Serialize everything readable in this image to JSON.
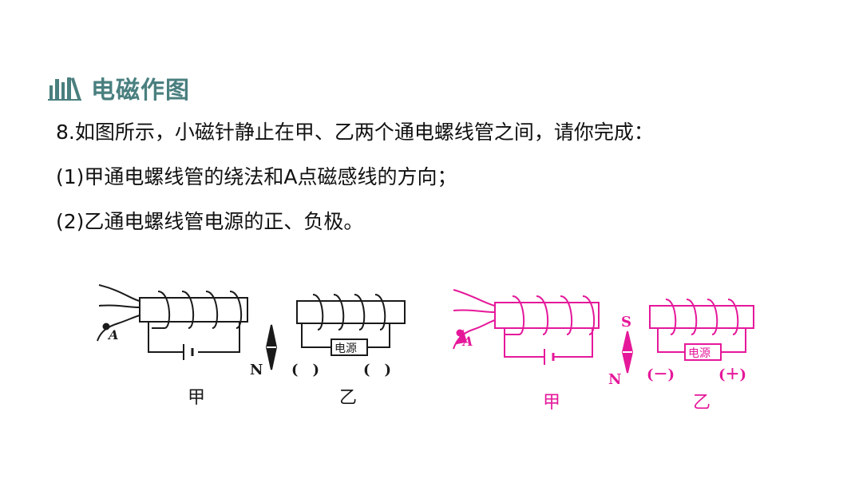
{
  "section": {
    "icon": "books-icon",
    "title": "电磁作图"
  },
  "question": {
    "stem": "8.如图所示，小磁针静止在甲、乙两个通电螺线管之间，请你完成：",
    "part1": "(1)甲通电螺线管的绕法和A点磁感线的方向；",
    "part2": "(2)乙通电螺线管电源的正、负极。"
  },
  "figures": {
    "colors": {
      "original": "#1a1a1a",
      "answer": "#e5189a"
    },
    "original": {
      "point_label": "A",
      "needle_pole": "N",
      "power_label": "电源",
      "paren_left": "(　)",
      "paren_right": "(　)",
      "label_jia": "甲",
      "label_yi": "乙"
    },
    "answer": {
      "point_label": "A",
      "needle_top": "S",
      "needle_bottom": "N",
      "power_label": "电源",
      "minus": "(－)",
      "plus": "(＋)",
      "label_jia": "甲",
      "label_yi": "乙"
    }
  }
}
